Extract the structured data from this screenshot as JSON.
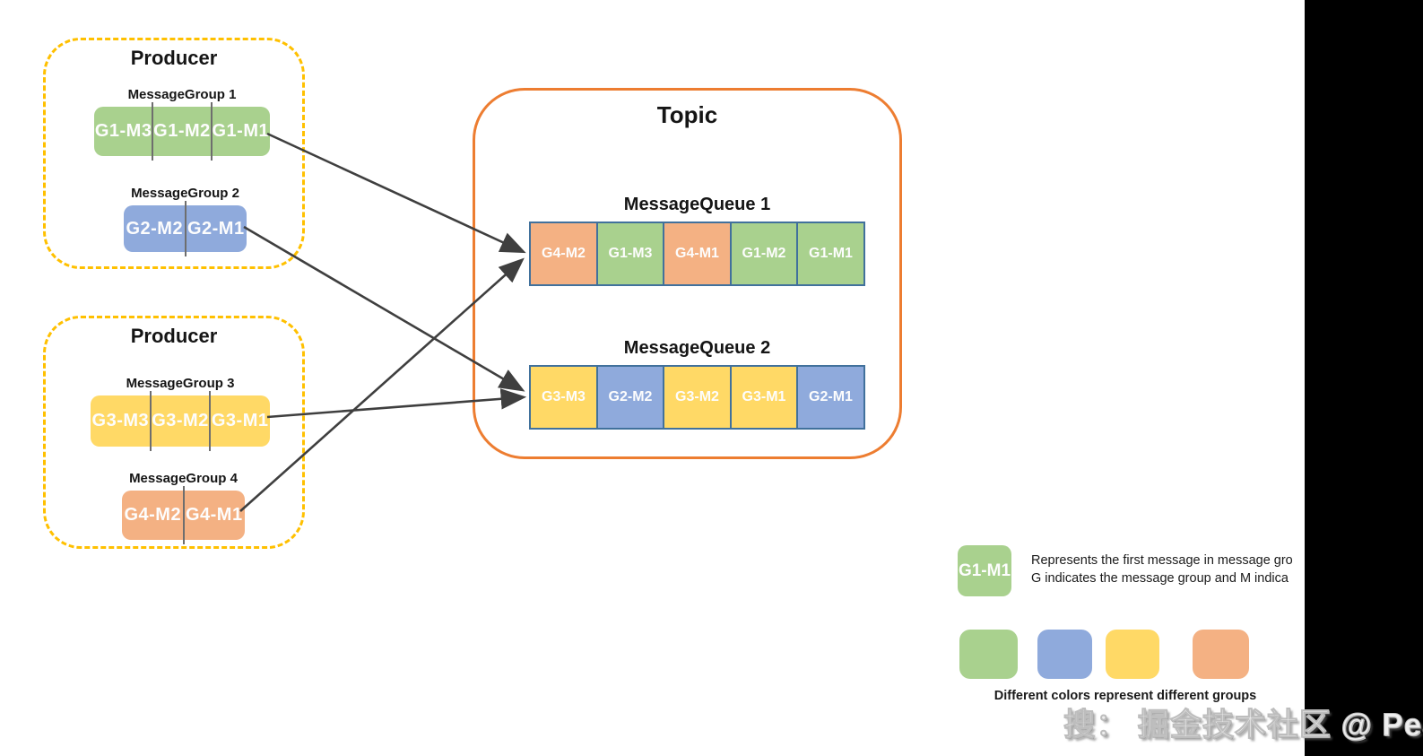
{
  "colors": {
    "green": "#a9d18e",
    "blue": "#8faadc",
    "yellow": "#ffd966",
    "orange": "#f4b183",
    "producer_border": "#ffc000",
    "topic_border": "#ed7d31",
    "cell_border": "#41719c",
    "divider": "#6e6e6e",
    "arrow": "#3f3f3f",
    "black_bar": "#000000"
  },
  "producers": [
    {
      "title": "Producer",
      "groups": [
        {
          "label": "MessageGroup 1",
          "color": "green",
          "segments": [
            "G1-M3",
            "G1-M2",
            "G1-M1"
          ]
        },
        {
          "label": "MessageGroup 2",
          "color": "blue",
          "segments": [
            "G2-M2",
            "G2-M1"
          ]
        }
      ]
    },
    {
      "title": "Producer",
      "groups": [
        {
          "label": "MessageGroup 3",
          "color": "yellow",
          "segments": [
            "G3-M3",
            "G3-M2",
            "G3-M1"
          ]
        },
        {
          "label": "MessageGroup 4",
          "color": "orange",
          "segments": [
            "G4-M2",
            "G4-M1"
          ]
        }
      ]
    }
  ],
  "topic": {
    "title": "Topic",
    "queues": [
      {
        "label": "MessageQueue 1",
        "cells": [
          {
            "text": "G4-M2",
            "color": "orange"
          },
          {
            "text": "G1-M3",
            "color": "green"
          },
          {
            "text": "G4-M1",
            "color": "orange"
          },
          {
            "text": "G1-M2",
            "color": "green"
          },
          {
            "text": "G1-M1",
            "color": "green"
          }
        ]
      },
      {
        "label": "MessageQueue 2",
        "cells": [
          {
            "text": "G3-M3",
            "color": "yellow"
          },
          {
            "text": "G2-M2",
            "color": "blue"
          },
          {
            "text": "G3-M2",
            "color": "yellow"
          },
          {
            "text": "G3-M1",
            "color": "yellow"
          },
          {
            "text": "G2-M1",
            "color": "blue"
          }
        ]
      }
    ]
  },
  "legend": {
    "sample_label": "G1-M1",
    "sample_color": "green",
    "line1": "Represents the first message in message gro",
    "line2": "G indicates the message group and M indica",
    "swatches": [
      "green",
      "blue",
      "yellow",
      "orange"
    ],
    "caption": "Different colors represent different groups"
  },
  "watermark": "搜：  掘金技术社区 @ Peanut",
  "arrows": [
    {
      "from": [
        298,
        149
      ],
      "to": [
        582,
        280
      ]
    },
    {
      "from": [
        272,
        253
      ],
      "to": [
        581,
        434
      ]
    },
    {
      "from": [
        298,
        465
      ],
      "to": [
        582,
        443
      ]
    },
    {
      "from": [
        268,
        570
      ],
      "to": [
        581,
        291
      ]
    }
  ]
}
